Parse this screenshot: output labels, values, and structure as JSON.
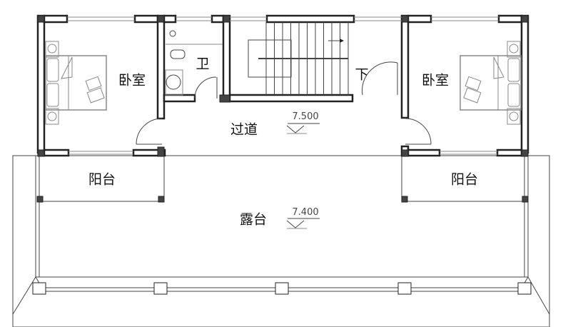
{
  "plan": {
    "rooms": {
      "bedroom_left": "卧室",
      "bedroom_right": "卧室",
      "bathroom": "卫",
      "corridor": "过道",
      "stair_down": "下",
      "balcony_left": "阳台",
      "balcony_right": "阳台",
      "terrace": "露台"
    },
    "elevations": {
      "corridor": "7.500",
      "terrace": "7.400"
    }
  }
}
